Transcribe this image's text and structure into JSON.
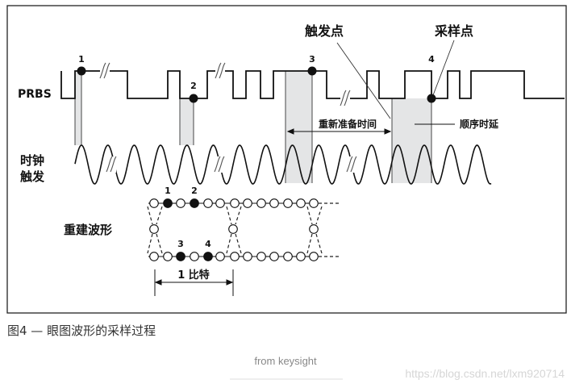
{
  "diagram": {
    "labels": {
      "prbs": "PRBS",
      "clock_line1": "时钟",
      "clock_line2": "触发",
      "trigger_point": "触发点",
      "sample_point": "采样点",
      "rearm_time": "重新准备时间",
      "sequential_delay": "顺序时延",
      "reconstructed": "重建波形",
      "one_bit": "1 比特"
    },
    "sample_numbers": [
      "1",
      "2",
      "3",
      "4"
    ],
    "eye_numbers": [
      "1",
      "2",
      "3",
      "4"
    ]
  },
  "caption": "图4 — 眼图波形的采样过程",
  "source": "from keysight",
  "watermark": "https://blog.csdn.net/lxm920714",
  "colors": {
    "shade": "#e4e5e6",
    "line": "#111111"
  }
}
